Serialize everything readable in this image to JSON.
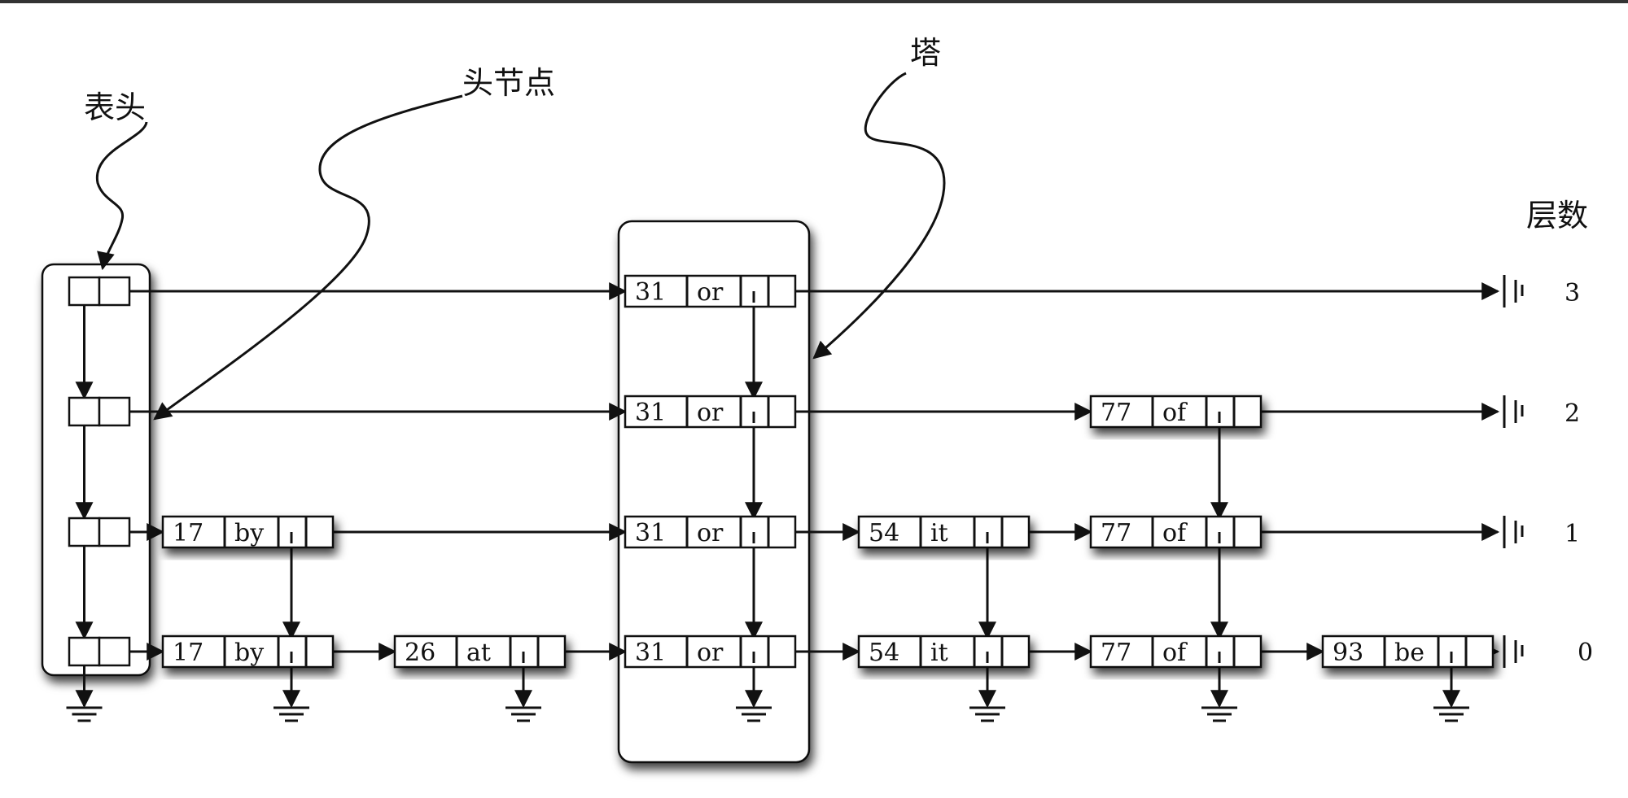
{
  "annotations": {
    "header": "表头",
    "head_node": "头节点",
    "tower": "塔",
    "level_count": "层数"
  },
  "levels": [
    "3",
    "2",
    "1",
    "0"
  ],
  "nodes": [
    {
      "key": "17",
      "word": "by",
      "height": 2
    },
    {
      "key": "26",
      "word": "at",
      "height": 1
    },
    {
      "key": "31",
      "word": "or",
      "height": 4
    },
    {
      "key": "54",
      "word": "it",
      "height": 2
    },
    {
      "key": "77",
      "word": "of",
      "height": 3
    },
    {
      "key": "93",
      "word": "be",
      "height": 1
    }
  ],
  "colors": {
    "stroke": "#111111",
    "background": "#ffffff",
    "shadow": "#000000"
  }
}
